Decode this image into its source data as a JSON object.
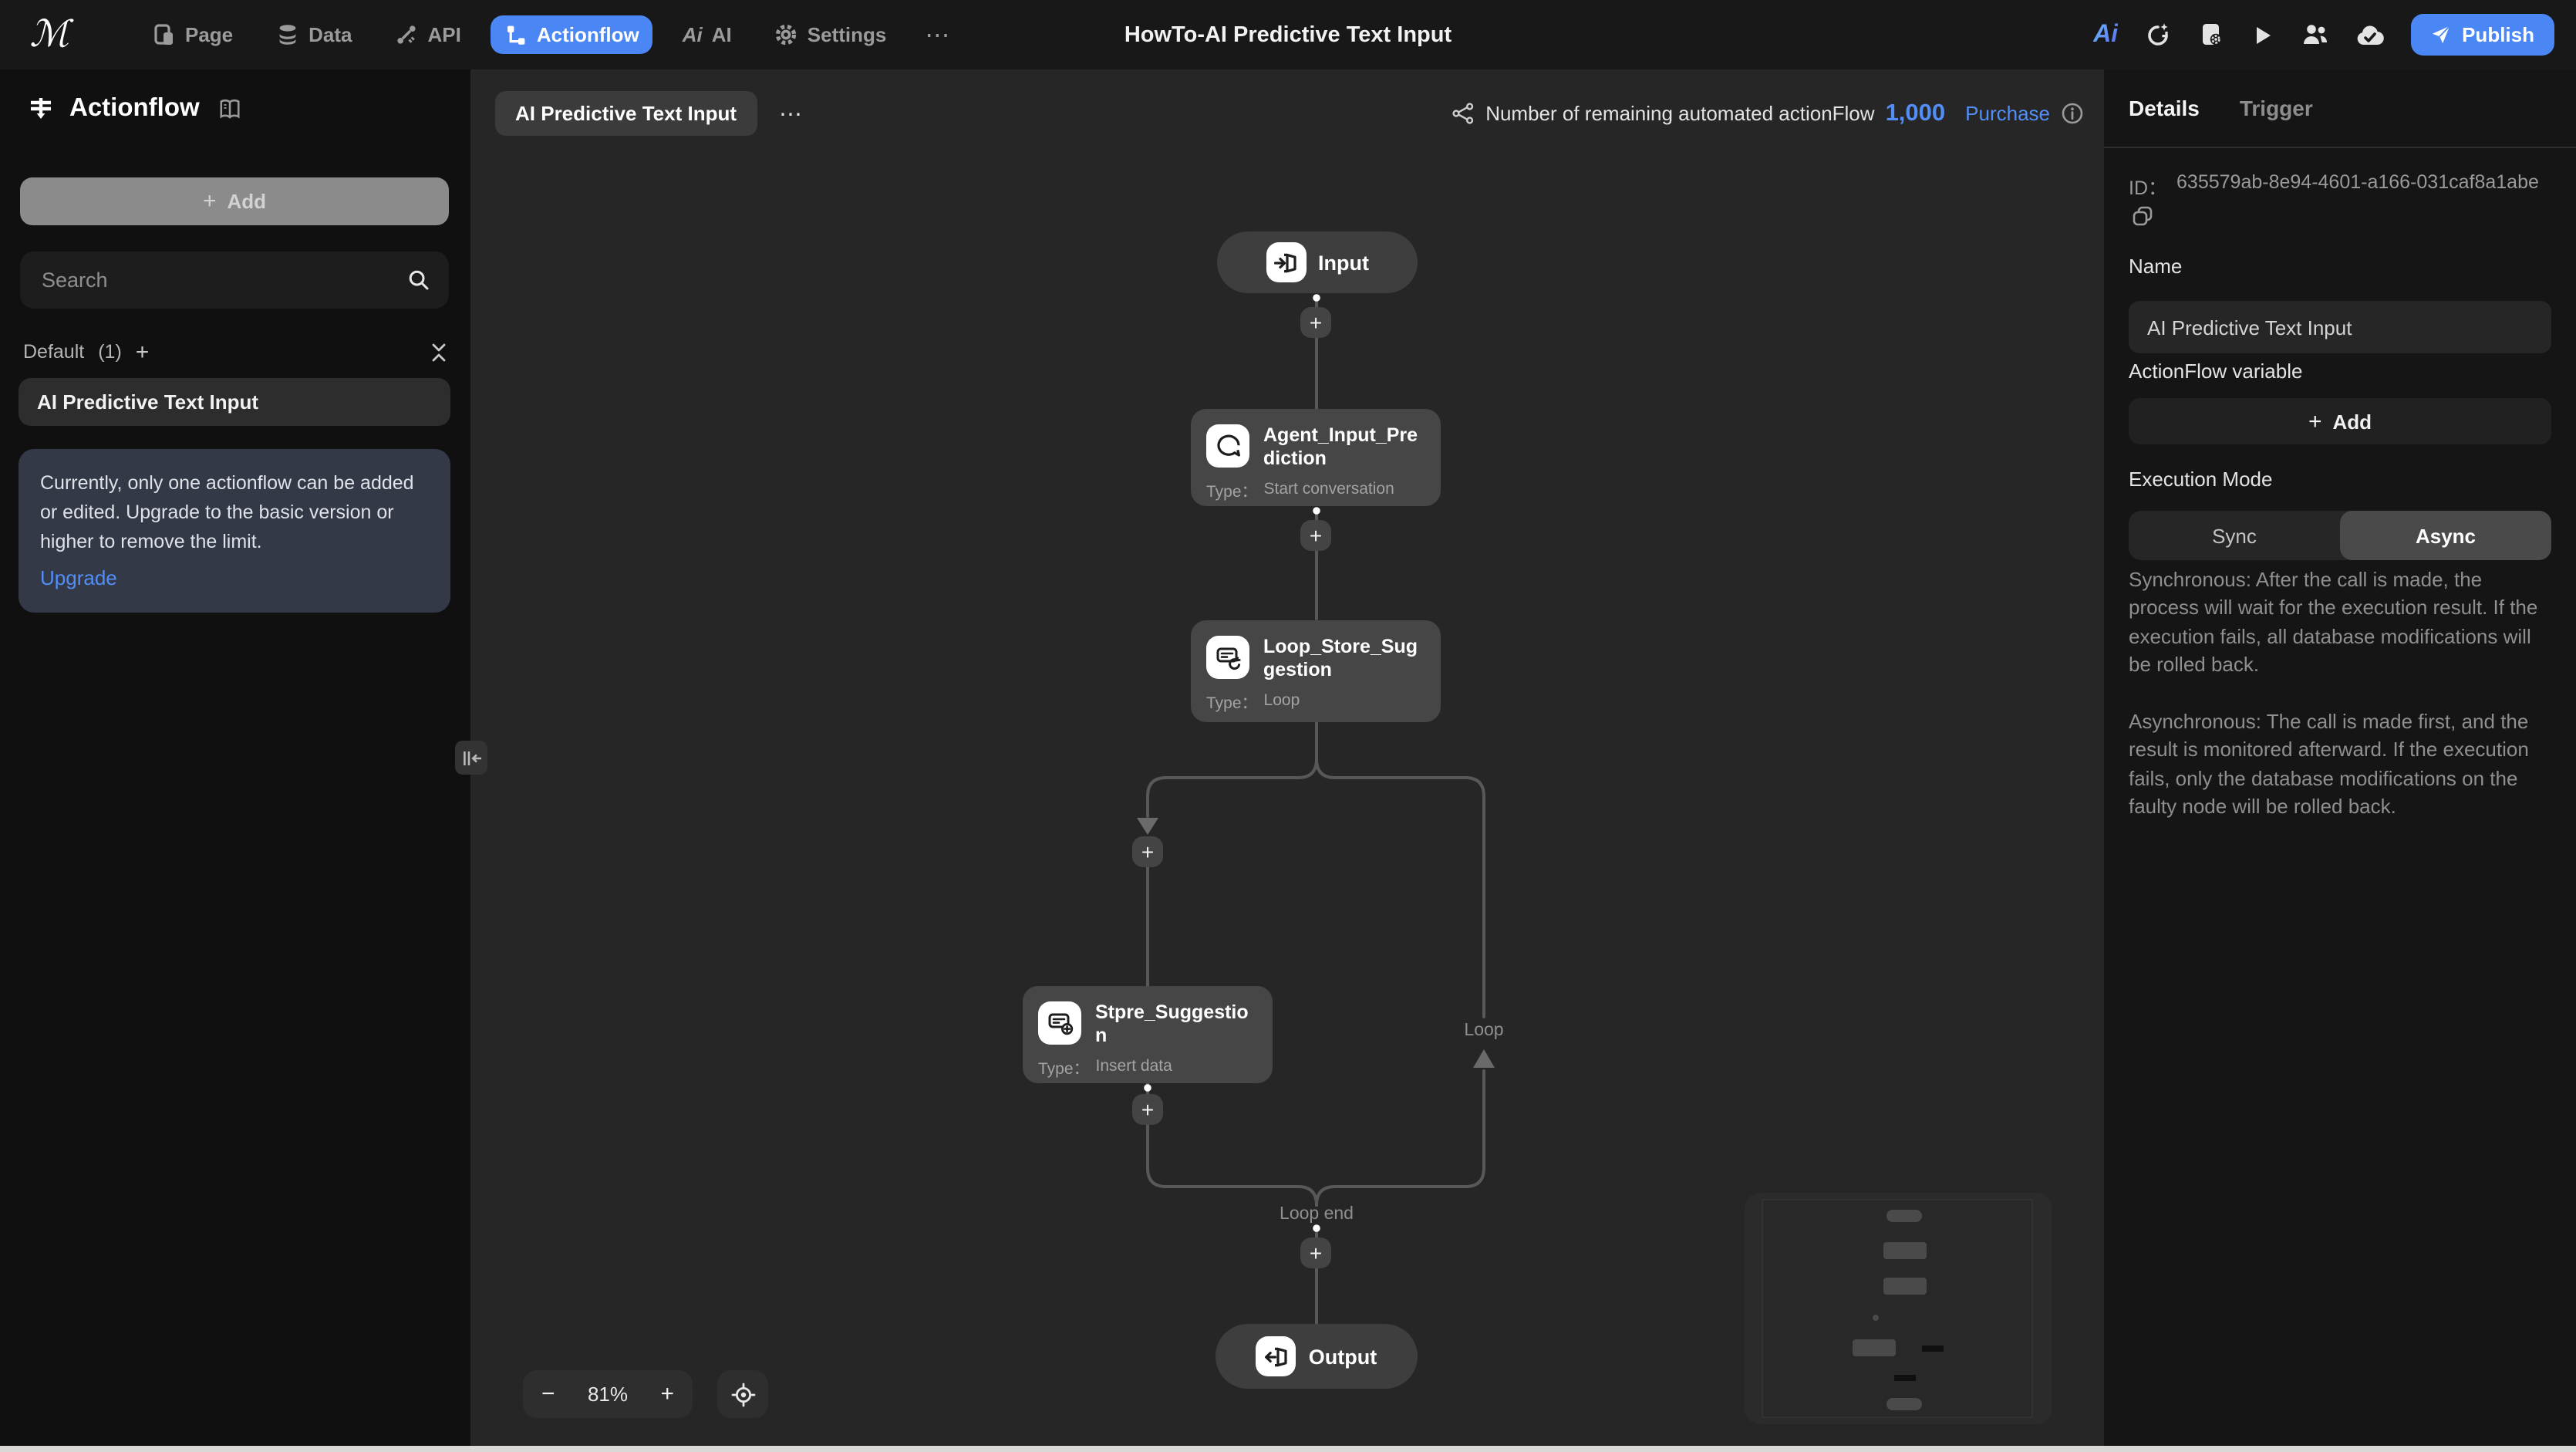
{
  "navbar": {
    "brand_glyph": "ℳ",
    "items": [
      "Page",
      "Data",
      "API",
      "Actionflow",
      "AI",
      "Settings"
    ],
    "title": "HowTo-AI Predictive Text Input",
    "ai_logo_text": "Ai",
    "publish_label": "Publish"
  },
  "sidebar": {
    "title": "Actionflow",
    "add_label": "Add",
    "search_placeholder": "Search",
    "group_label": "Default",
    "group_count": "(1)",
    "item_label": "AI Predictive Text Input",
    "notice_text": "Currently, only one actionflow can be added or edited. Upgrade to the basic version or higher to remove the limit.",
    "upgrade_label": "Upgrade"
  },
  "canvas": {
    "flow_chip_label": "AI Predictive Text Input",
    "remaining_label": "Number of remaining automated actionFlow",
    "remaining_value": "1,000",
    "purchase_label": "Purchase",
    "zoom_level": "81%",
    "loop_branch_label": "Loop",
    "loop_end_label": "Loop end",
    "nodes": {
      "input_label": "Input",
      "output_label": "Output",
      "agent_title": "Agent_Input_Prediction",
      "agent_type_label": "Type：",
      "agent_type_value": "Start conversation",
      "loop_title": "Loop_Store_Suggestion",
      "loop_type_label": "Type：",
      "loop_type_value": "Loop",
      "insert_title": "Stpre_Suggestion",
      "insert_type_label": "Type：",
      "insert_type_value": "Insert data"
    }
  },
  "panel": {
    "tabs": [
      "Details",
      "Trigger"
    ],
    "id_label": "ID：",
    "id_value": "635579ab-8e94-4601-a166-031caf8a1abe",
    "name_label": "Name",
    "name_value": "AI Predictive Text Input",
    "variable_label": "ActionFlow variable",
    "variable_add_label": "Add",
    "execution_label": "Execution Mode",
    "sync_label": "Sync",
    "async_label": "Async",
    "sync_description": "Synchronous: After the call is made, the process will wait for the execution result. If the execution fails, all database modifications will be rolled back.",
    "async_description": "Asynchronous: The call is made first, and the result is monitored afterward. If the execution fails, only the database modifications on the faulty node will be rolled back."
  },
  "icons": {
    "plus": "+",
    "minus": "−",
    "more": "⋯"
  },
  "colors": {
    "accent_blue": "#4a87f5",
    "link_blue": "#538ef7",
    "navbar_bg": "#181818",
    "canvas_bg": "#262626",
    "sidebar_bg": "#101010",
    "panel_bg": "#151515",
    "node_bg": "#464646"
  }
}
